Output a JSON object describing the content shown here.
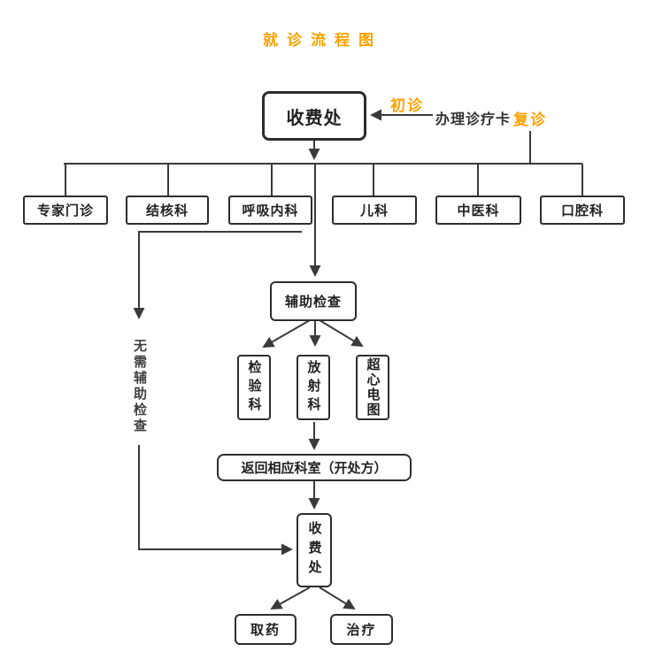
{
  "title": "就诊流程图",
  "nodes": {
    "fee_office_top": "收费处",
    "departments": [
      "专家门诊",
      "结核科",
      "呼吸内科",
      "儿科",
      "中医科",
      "口腔科"
    ],
    "auxiliary_exam": "辅助检查",
    "exam_rooms": [
      "检验科",
      "放射科",
      "超心电图"
    ],
    "return_dept": "返回相应科室（开处方）",
    "fee_office_bottom": "收费处",
    "pharmacy": "取药",
    "treatment": "治疗"
  },
  "labels": {
    "first_visit": "初诊",
    "card_registration": "办理诊疗卡",
    "return_visit": "复诊",
    "no_aux_exam": "无需辅助检查"
  },
  "colors": {
    "background": "#ffffff",
    "accent_orange": "#FFA200",
    "line": "#3a3a3a",
    "box_border": "#2d2d2d",
    "box_fill": "#ffffff",
    "text": "#222222"
  }
}
